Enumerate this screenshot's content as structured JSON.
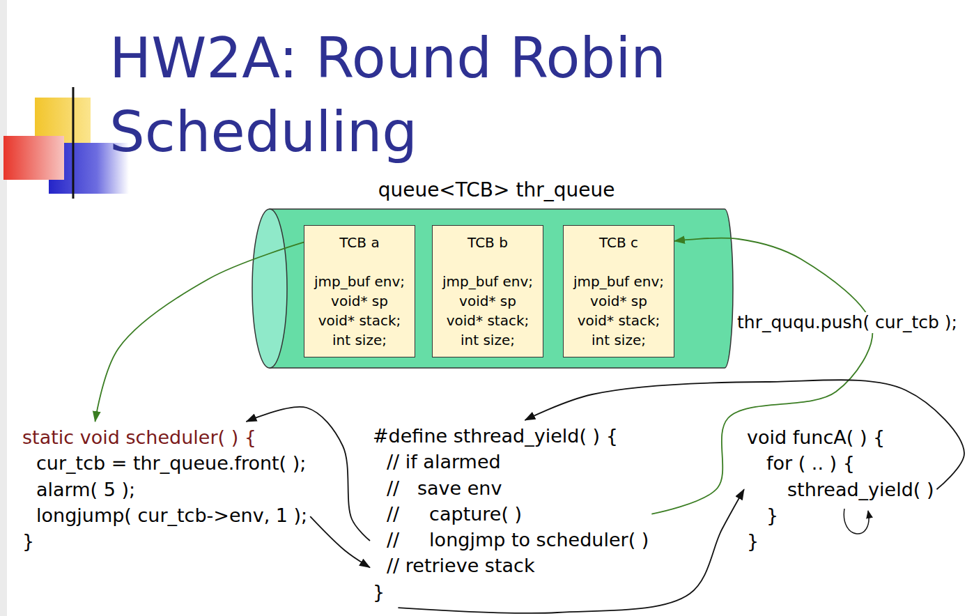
{
  "diagram": {
    "title": "HW2A: Round Robin Scheduling",
    "nodes": [
      {
        "text": [
          "queue<TCB> thr_queue"
        ]
      },
      {
        "text": [
          "TCB a",
          "jmp_buf env;",
          "void* sp",
          "void* stack;",
          "int size;"
        ],
        "in": 0
      },
      {
        "text": [
          "TCB b",
          "jmp_buf env;",
          "void* sp",
          "void* stack;",
          "int size;"
        ],
        "in": 0
      },
      {
        "text": [
          "TCB c",
          "jmp_buf env;",
          "void* sp",
          "void* stack;",
          "int size;"
        ],
        "in": 0
      },
      {
        "text": [
          "static void scheduler( ) {",
          "cur_tcb = thr_queue.front( );",
          "alarm( 5 );",
          "longjump( cur_tcb->env, 1 );",
          "}"
        ]
      },
      {
        "text": [
          "#define sthread_yield( ) {",
          "// if alarmed",
          "//   save env",
          "//     capture( )",
          "//     longjmp to scheduler( )",
          "// retrieve stack",
          "}"
        ]
      },
      {
        "text": [
          "void funcA( ) {",
          "for ( .. ) {",
          "sthread_yield( )",
          "}",
          "}"
        ]
      }
    ],
    "edges": [
      {
        "from": 1,
        "to": 4,
        "arrow": "to"
      },
      {
        "from": 5,
        "to": 3,
        "arrow": "to"
      },
      {
        "from": 5,
        "to": 4,
        "arrow": "to"
      },
      {
        "from": 4,
        "to": 5,
        "arrow": "to"
      },
      {
        "from": 6,
        "to": 5,
        "arrow": "to"
      },
      {
        "from": 5,
        "to": 6,
        "arrow": "to"
      }
    ],
    "labels": [
      "thr_ququ.push( cur_tcb );"
    ]
  }
}
